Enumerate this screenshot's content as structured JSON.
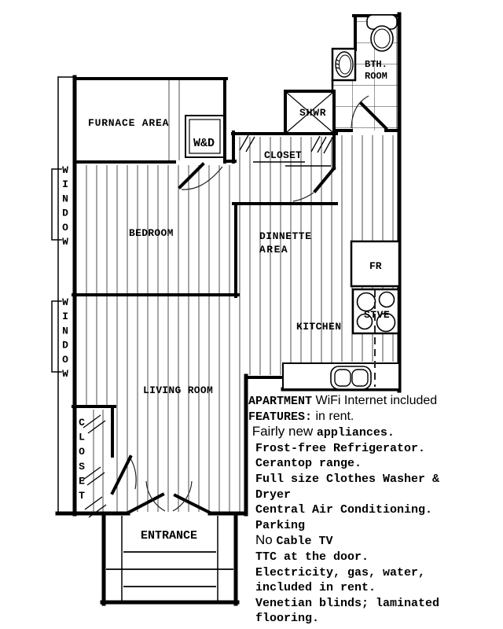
{
  "plan": {
    "rooms": {
      "furnace_area": "FURNACE AREA",
      "washer_dryer": "W&D",
      "shower": "SHWR",
      "bathroom_line1": "BTH.",
      "bathroom_line2": "ROOM",
      "closet_upper": "CLOSET",
      "bedroom": "BEDROOM",
      "dinnette_line1": "DINNETTE",
      "dinnette_line2": "AREA",
      "fridge": "FR",
      "stove": "STVE",
      "kitchen": "KITCHEN",
      "living_room": "LIVING ROOM",
      "closet_lower": "CLOSET",
      "entrance": "ENTRANCE"
    },
    "windows": [
      {
        "label": "WINDOW"
      },
      {
        "label": "WINDOW"
      }
    ],
    "icons": [
      "toilet-icon",
      "bathroom-sink-icon",
      "shower-x-icon",
      "washer-dryer-icon",
      "fridge-icon",
      "stove-burners-icon",
      "kitchen-sink-icon",
      "door-swing-icon",
      "window-icon",
      "entry-steps-icon",
      "sliding-door-hatch-icon"
    ]
  },
  "features": {
    "lines": [
      {
        "parts": [
          {
            "t": "APARTMENT",
            "f": "mb"
          },
          {
            "t": " WiFi Internet included",
            "f": "s"
          }
        ]
      },
      {
        "parts": [
          {
            "t": "FEATURES:",
            "f": "mb"
          },
          {
            "t": " in rent.",
            "f": "s"
          }
        ]
      },
      {
        "parts": [
          {
            "t": " Fairly new ",
            "f": "s2"
          },
          {
            "t": "appliances.",
            "f": "mb"
          }
        ]
      },
      {
        "parts": [
          {
            "t": " Frost-free Refrigerator.",
            "f": "mb"
          }
        ]
      },
      {
        "parts": [
          {
            "t": " Cerantop range.",
            "f": "mb"
          }
        ]
      },
      {
        "parts": [
          {
            "t": " Full size Clothes Washer &",
            "f": "mb"
          }
        ]
      },
      {
        "parts": [
          {
            "t": " Dryer",
            "f": "mb"
          }
        ]
      },
      {
        "parts": [
          {
            "t": " Central Air Conditioning.",
            "f": "mb"
          }
        ]
      },
      {
        "parts": [
          {
            "t": " Parking",
            "f": "mb"
          }
        ]
      },
      {
        "parts": [
          {
            "t": " ",
            "f": "mb"
          },
          {
            "t": "No ",
            "f": "s2"
          },
          {
            "t": "Cable TV",
            "f": "mb"
          }
        ]
      },
      {
        "parts": [
          {
            "t": " TTC at the door.",
            "f": "mb"
          }
        ]
      },
      {
        "parts": [
          {
            "t": " Electricity, gas, water,",
            "f": "mb"
          }
        ]
      },
      {
        "parts": [
          {
            "t": " included in rent.",
            "f": "mb"
          }
        ]
      },
      {
        "parts": [
          {
            "t": " Venetian blinds; laminated",
            "f": "mb"
          }
        ]
      },
      {
        "parts": [
          {
            "t": " flooring.",
            "f": "mb"
          }
        ]
      }
    ]
  },
  "colors": {
    "ink": "#000000",
    "floor_line": "#4d4d4d",
    "tile_line": "#333333",
    "background": "#ffffff"
  }
}
